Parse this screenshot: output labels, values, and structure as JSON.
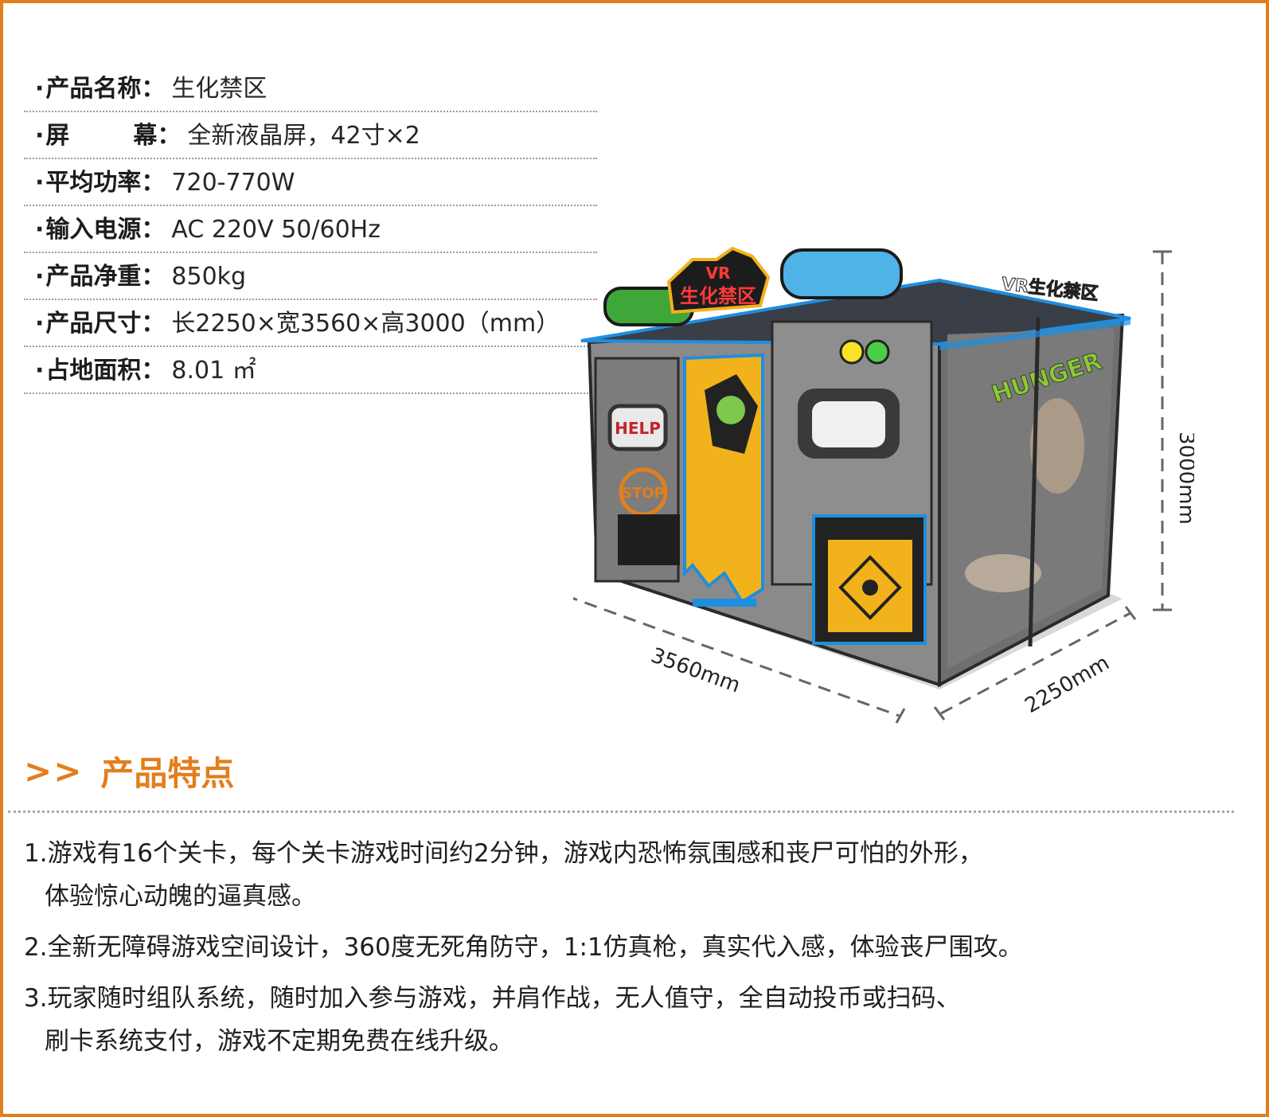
{
  "specs": [
    {
      "label": "产品名称",
      "value": "生化禁区"
    },
    {
      "label": "屏幕",
      "value": "全新液晶屏，42寸×2"
    },
    {
      "label": "平均功率",
      "value": "720-770W"
    },
    {
      "label": "输入电源",
      "value": "AC 220V 50/60Hz"
    },
    {
      "label": "产品净重",
      "value": "850kg"
    },
    {
      "label": "产品尺寸",
      "value": "长2250×宽3560×高3000（mm）"
    },
    {
      "label": "占地面积",
      "value": "8.01 ㎡"
    }
  ],
  "bullet": "·",
  "colon": "：",
  "product_image": {
    "sign_main_line1": "VR",
    "sign_main_line2": "生化禁区",
    "sign_side": "VR生化禁区",
    "graffiti_hunger": "HUNGER",
    "graffiti_help": "HELP",
    "graffiti_stop": "STOP",
    "dim_height": "3000mm",
    "dim_width": "3560mm",
    "dim_depth": "2250mm"
  },
  "features": {
    "arrows": ">>",
    "title": "产品特点",
    "items": [
      {
        "line1": "1.游戏有16个关卡，每个关卡游戏时间约2分钟，游戏内恐怖氛围感和丧尸可怕的外形，",
        "line2": "体验惊心动魄的逼真感。"
      },
      {
        "line1": "2.全新无障碍游戏空间设计，360度无死角防守，1:1仿真枪，真实代入感，体验丧尸围攻。",
        "line2": ""
      },
      {
        "line1": "3.玩家随时组队系统，随时加入参与游戏，并肩作战，无人值守，全自动投币或扫码、",
        "line2": "刷卡系统支付，游戏不定期免费在线升级。"
      }
    ]
  },
  "colors": {
    "accent": "#e27f1c",
    "cabinet_neon": "#1e8ee0",
    "door_yellow": "#f2b21b"
  }
}
